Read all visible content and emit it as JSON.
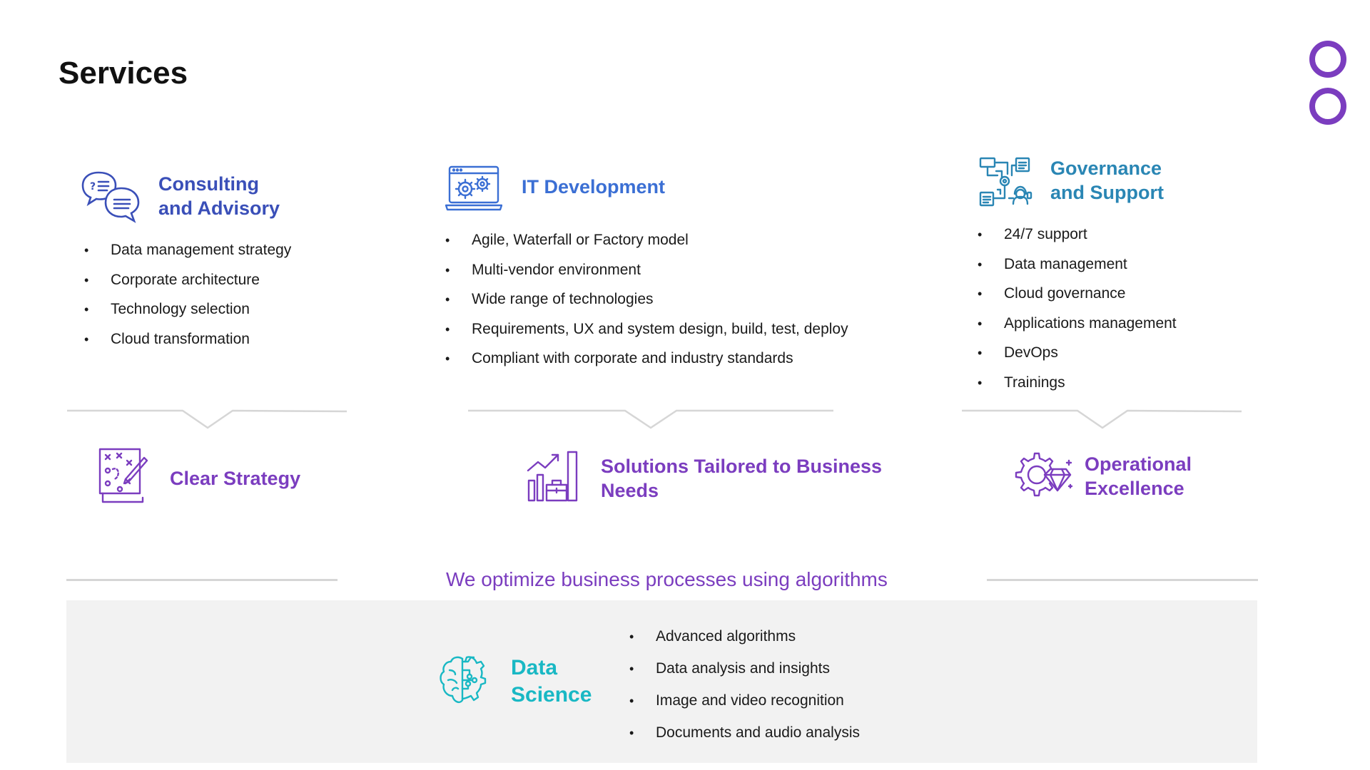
{
  "page": {
    "title": "Services"
  },
  "columns": [
    {
      "title_line1": "Consulting",
      "title_line2": "and Advisory",
      "icon": "chat-bubbles-icon",
      "items": [
        "Data management strategy",
        "Corporate architecture",
        "Technology selection",
        "Cloud transformation"
      ]
    },
    {
      "title_line1": "IT Development",
      "icon": "laptop-gears-icon",
      "items": [
        "Agile, Waterfall or Factory model",
        "Multi-vendor environment",
        "Wide range of technologies",
        "Requirements, UX and system design, build, test, deploy",
        "Compliant with corporate and industry standards"
      ]
    },
    {
      "title_line1": "Governance",
      "title_line2": "and Support",
      "icon": "workflow-support-icon",
      "items": [
        "24/7 support",
        "Data management",
        "Cloud governance",
        "Applications management",
        "DevOps",
        "Trainings"
      ]
    }
  ],
  "outcomes": [
    {
      "line1": "Clear Strategy",
      "icon": "strategy-plan-icon"
    },
    {
      "line1": "Solutions Tailored to Business",
      "line2": "Needs",
      "icon": "business-growth-icon"
    },
    {
      "line1": "Operational",
      "line2": "Excellence",
      "icon": "gear-diamond-icon"
    }
  ],
  "tagline": "We optimize business processes using algorithms",
  "data_science": {
    "title_line1": "Data",
    "title_line2": "Science",
    "icon": "brain-circuit-icon",
    "items": [
      "Advanced algorithms",
      "Data analysis and insights",
      "Image and video recognition",
      "Documents and audio analysis"
    ]
  },
  "colors": {
    "consulting": "#3a4fb8",
    "it_development": "#3b6fd4",
    "governance": "#2a86b4",
    "outcome": "#7b3dbf",
    "data_science": "#19b8c4",
    "band": "#f2f2f2"
  }
}
